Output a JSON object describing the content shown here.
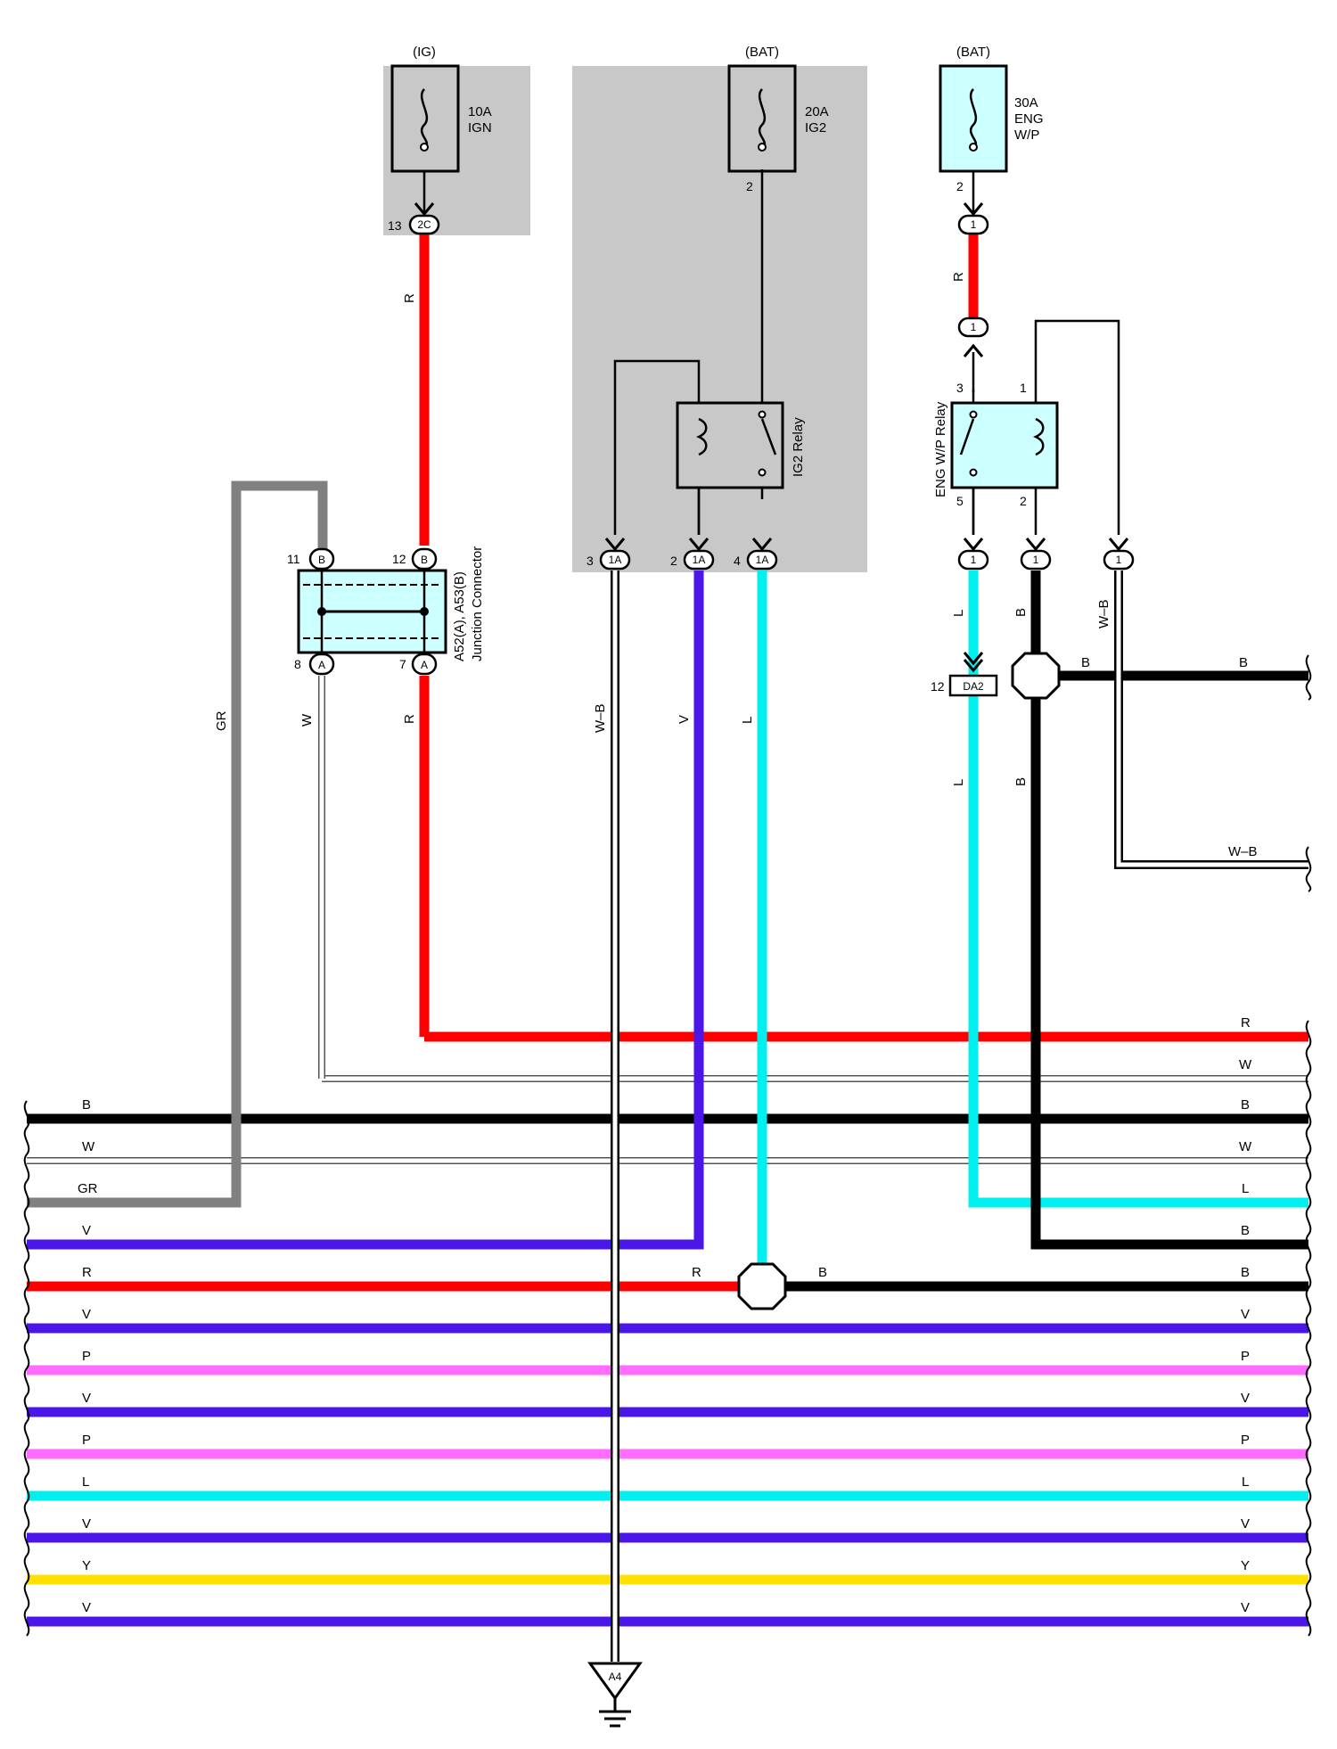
{
  "colors": {
    "R": "#ff0000",
    "B": "#000000",
    "W": "#ffffff",
    "GR": "#808080",
    "V": "#4b16e8",
    "L": "#00f0f0",
    "P": "#ff6cff",
    "Y": "#ffe000",
    "shade": "#c8c8c8",
    "box": "#ccffff"
  },
  "supplies": {
    "ig": "(IG)",
    "bat1": "(BAT)",
    "bat2": "(BAT)"
  },
  "fuses": {
    "ign": {
      "amp": "10A",
      "name": "IGN"
    },
    "ig2": {
      "amp": "20A",
      "name": "IG2"
    },
    "engwp": {
      "amp": "30A",
      "name1": "ENG",
      "name2": "W/P"
    }
  },
  "relays": {
    "ig2": "IG2 Relay",
    "engwp": "ENG W/P Relay"
  },
  "junction": {
    "line1": "A52(A), A53(B)",
    "line2": "Junction Connector"
  },
  "pins": {
    "p13": "13",
    "p2ig2": "2",
    "p2eng": "2",
    "p3": "3",
    "p1": "1",
    "p5": "5",
    "p2r": "2",
    "p11": "11",
    "p12": "12",
    "p8": "8",
    "p7": "7",
    "p3b": "3",
    "p2b": "2",
    "p4b": "4",
    "p12b": "12"
  },
  "connectors": {
    "c2C": "2C",
    "c1a": "1",
    "c1b": "1",
    "cB1": "B",
    "cB2": "B",
    "cA1": "A",
    "cA2": "A",
    "c1A1": "1A",
    "c1A2": "1A",
    "c1A3": "1A",
    "c1c": "1",
    "c1d": "1",
    "c1e": "1",
    "cDA2": "DA2",
    "ground": "A4"
  },
  "wire_labels": {
    "ign_r": "R",
    "eng_r": "R",
    "jc_gr": "GR",
    "jc_w": "W",
    "jc_r": "R",
    "wb_main": "W–B",
    "v_main": "V",
    "l_main": "L",
    "eng_l1": "L",
    "eng_l2": "L",
    "eng_b1": "B",
    "eng_b2": "B",
    "eng_wb": "W–B",
    "branch_b1": "B",
    "branch_b2": "B",
    "branch_wb": "W–B",
    "splice_r": "R",
    "splice_b": "B"
  },
  "bus_left": [
    "B",
    "W",
    "GR",
    "V",
    "R",
    "V",
    "P",
    "V",
    "P",
    "L",
    "V",
    "Y",
    "V"
  ],
  "bus_right": [
    "R",
    "W",
    "B",
    "W",
    "L",
    "B",
    "B",
    "V",
    "P",
    "V",
    "P",
    "L",
    "V",
    "Y",
    "V"
  ]
}
